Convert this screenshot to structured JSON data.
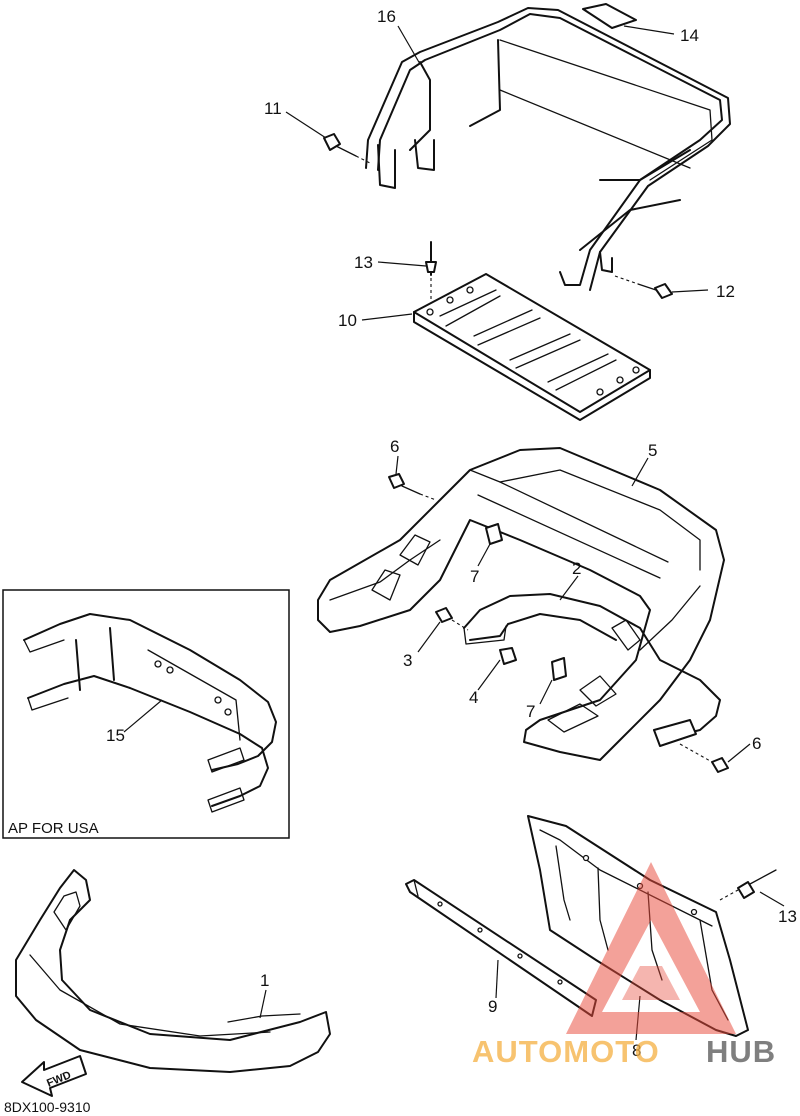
{
  "callouts": [
    {
      "id": "c1",
      "text": "1"
    },
    {
      "id": "c2",
      "text": "2"
    },
    {
      "id": "c3",
      "text": "3"
    },
    {
      "id": "c4",
      "text": "4"
    },
    {
      "id": "c5",
      "text": "5"
    },
    {
      "id": "c6a",
      "text": "6"
    },
    {
      "id": "c6b",
      "text": "6"
    },
    {
      "id": "c7a",
      "text": "7"
    },
    {
      "id": "c7b",
      "text": "7"
    },
    {
      "id": "c8",
      "text": "8"
    },
    {
      "id": "c9",
      "text": "9"
    },
    {
      "id": "c10",
      "text": "10"
    },
    {
      "id": "c11",
      "text": "11"
    },
    {
      "id": "c12",
      "text": "12"
    },
    {
      "id": "c13a",
      "text": "13"
    },
    {
      "id": "c13b",
      "text": "13"
    },
    {
      "id": "c14",
      "text": "14"
    },
    {
      "id": "c15",
      "text": "15"
    },
    {
      "id": "c16",
      "text": "16"
    }
  ],
  "inset": {
    "caption": "AP FOR USA"
  },
  "fwd": {
    "label": "FWD"
  },
  "diagram_code": "8DX100-9310",
  "watermark": {
    "part1": "AUTOMOTO",
    "part2": "HUB",
    "color1": "#f5b041",
    "color2": "#555555",
    "triangle_color": "#e74c3c"
  }
}
